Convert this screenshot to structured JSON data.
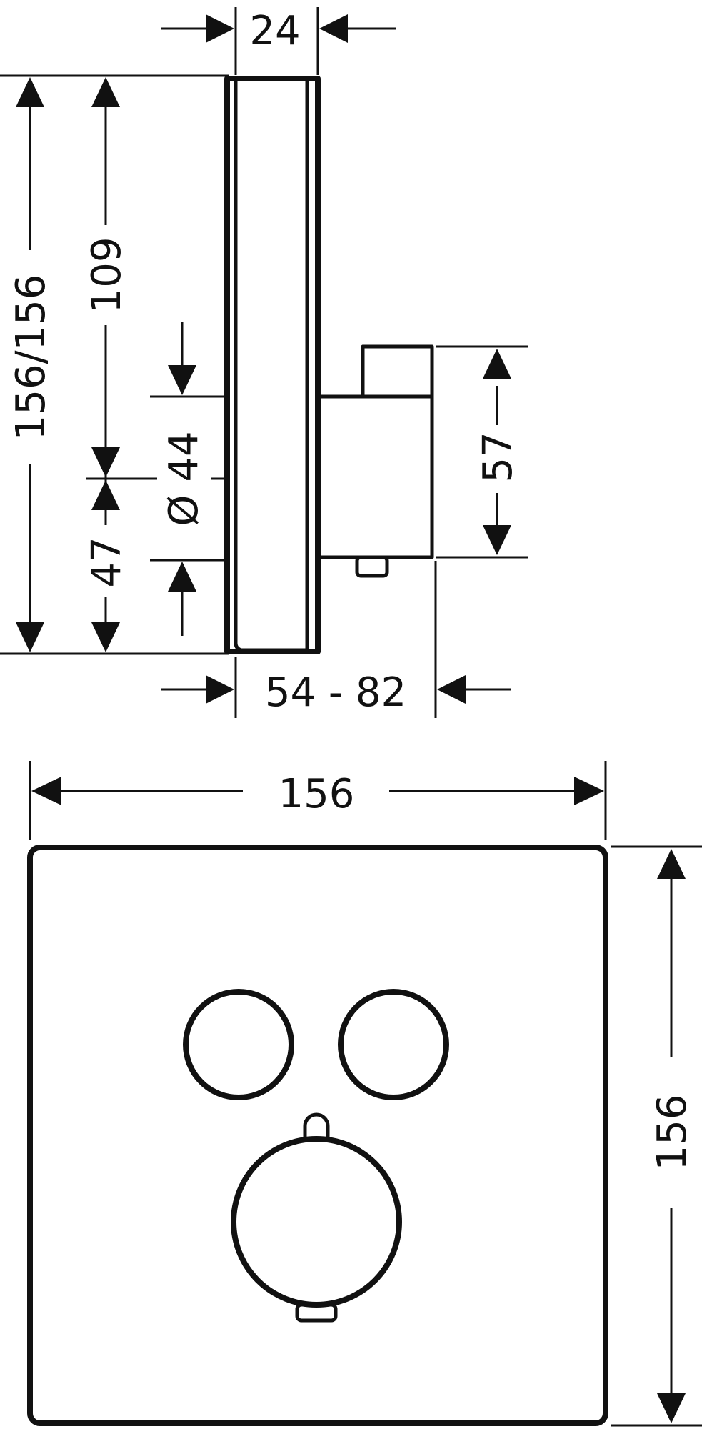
{
  "side_view": {
    "depth_label": "24",
    "overall_height_label": "156/156",
    "upper_height_label": "109",
    "lower_height_label": "47",
    "diameter_label": "Ø 44",
    "box_height_label": "57",
    "install_depth_label": "54 - 82"
  },
  "front_view": {
    "width_label": "156",
    "height_label": "156"
  }
}
